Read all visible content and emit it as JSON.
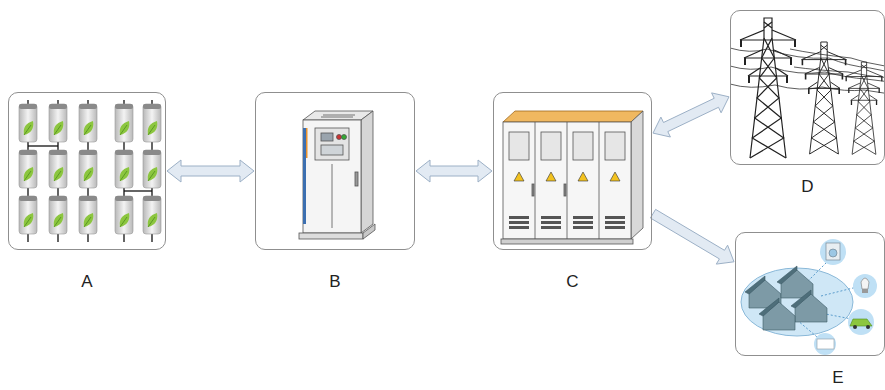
{
  "diagram": {
    "nodes": [
      {
        "text": [
          "A"
        ]
      },
      {
        "text": [
          "B"
        ]
      },
      {
        "text": [
          "C"
        ]
      },
      {
        "text": [
          "D"
        ]
      },
      {
        "text": [
          "E"
        ]
      }
    ],
    "edges": [
      {
        "from": 0,
        "to": 1,
        "arrow": "both"
      },
      {
        "from": 1,
        "to": 2,
        "arrow": "both"
      },
      {
        "from": 2,
        "to": 3,
        "arrow": "both"
      },
      {
        "from": 2,
        "to": 4,
        "arrow": "to"
      }
    ]
  }
}
